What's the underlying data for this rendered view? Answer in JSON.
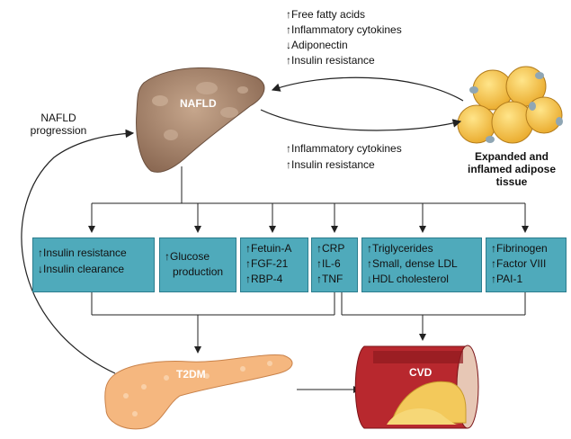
{
  "top_effects": [
    "↑Free fatty acids",
    "↑Inflammatory cytokines",
    "↓Adiponectin",
    "↑Insulin resistance"
  ],
  "mid_effects": [
    "↑Inflammatory cytokines",
    "↑Insulin resistance"
  ],
  "labels": {
    "nafld": "NAFLD",
    "adipose": [
      "Expanded and",
      "inflamed adipose",
      "tissue"
    ],
    "progression": [
      "NAFLD",
      "progression"
    ],
    "t2dm": "T2DM",
    "cvd": "CVD"
  },
  "boxes": [
    {
      "lines": [
        "↑Insulin resistance",
        "↓Insulin clearance"
      ]
    },
    {
      "lines": [
        "↑Glucose",
        "production"
      ]
    },
    {
      "lines": [
        "↑Fetuin-A",
        "↑FGF-21",
        "↑RBP-4"
      ]
    },
    {
      "lines": [
        "↑CRP",
        "↑IL-6",
        "↑TNF"
      ]
    },
    {
      "lines": [
        "↑Triglycerides",
        "↑Small, dense LDL",
        "↓HDL cholesterol"
      ]
    },
    {
      "lines": [
        "↑Fibrinogen",
        "↑Factor VIII",
        "↑PAI-1"
      ]
    }
  ],
  "colors": {
    "box_fill": "#4faabb",
    "liver": "#a07f66",
    "fat": "#f4c24a",
    "pancreas": "#f5b77f",
    "vessel": "#b8282e"
  }
}
